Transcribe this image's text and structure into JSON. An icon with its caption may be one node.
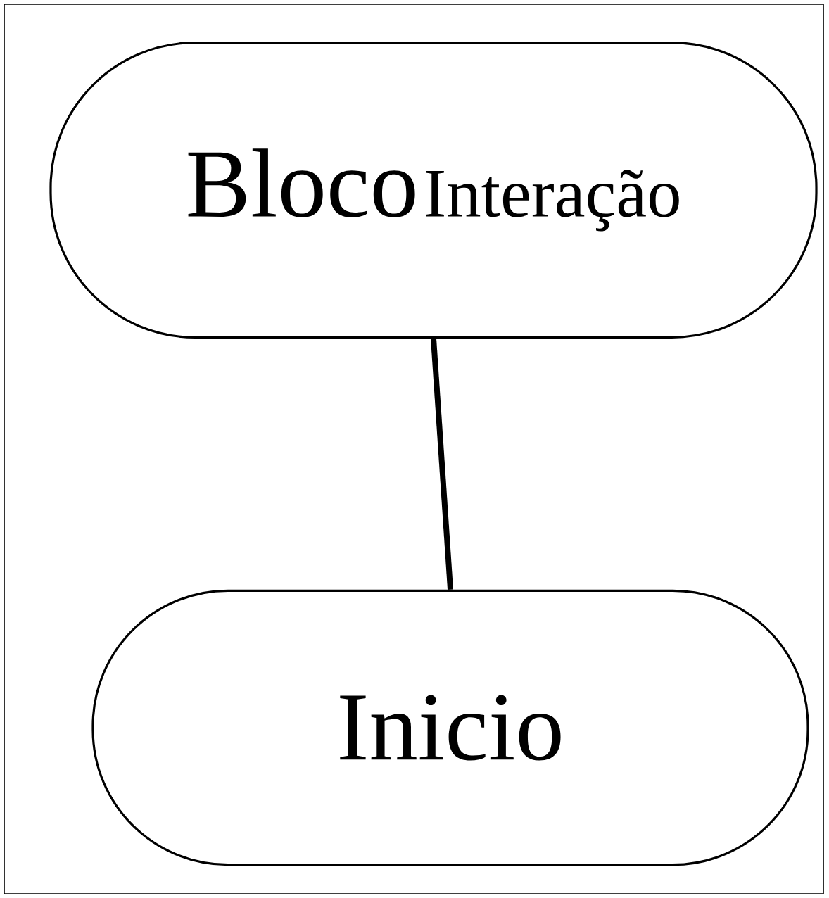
{
  "diagram": {
    "nodes": [
      {
        "text": [
          "Bloco",
          "Interação"
        ]
      },
      {
        "text": [
          "Inicio"
        ]
      }
    ],
    "edges": [
      {
        "from": 0,
        "to": 1,
        "arrow": "none"
      }
    ]
  }
}
